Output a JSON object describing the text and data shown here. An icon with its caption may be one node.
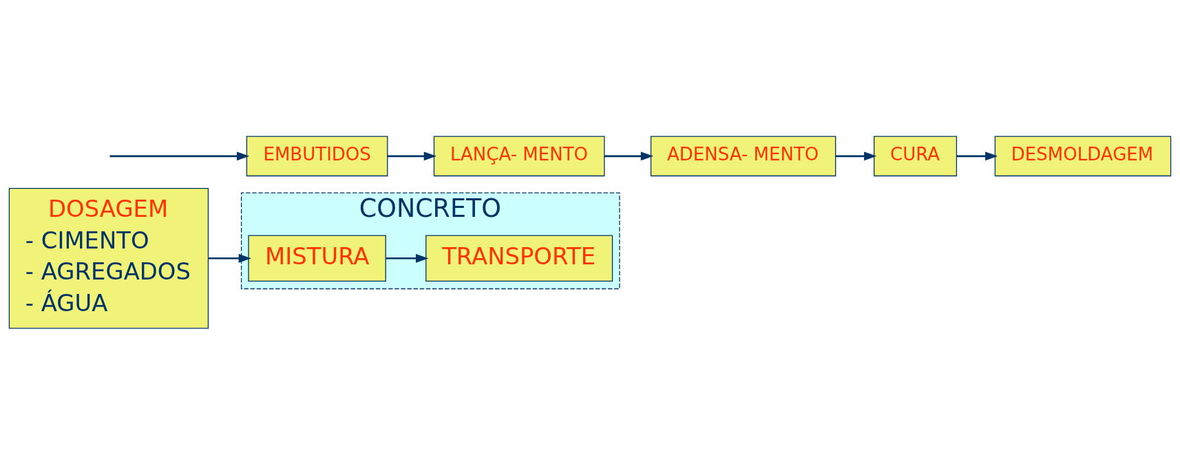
{
  "diagram": {
    "nodes": [
      {
        "text": [
          "CONCRETO"
        ]
      },
      {
        "text": [
          "DOSAGEM",
          "- CIMENTO",
          "- AGREGADOS",
          "- ÁGUA"
        ]
      },
      {
        "text": [
          "MISTURA"
        ],
        "in": 0
      },
      {
        "text": [
          "TRANSPORTE"
        ],
        "in": 0
      },
      {
        "text": [
          "EMBUTIDOS"
        ]
      },
      {
        "text": [
          "LANÇA- MENTO"
        ]
      },
      {
        "text": [
          "ADENSA- MENTO"
        ]
      },
      {
        "text": [
          "CURA"
        ]
      },
      {
        "text": [
          "DESMOLDAGEM"
        ]
      }
    ],
    "edges": [
      {
        "from": 1,
        "to": 2,
        "arrow": "to"
      },
      {
        "from": 2,
        "to": 3,
        "arrow": "to"
      },
      {
        "from": null,
        "to": 4,
        "arrow": "to"
      },
      {
        "from": 4,
        "to": 5,
        "arrow": "to"
      },
      {
        "from": 5,
        "to": 6,
        "arrow": "to"
      },
      {
        "from": 6,
        "to": 7,
        "arrow": "to"
      },
      {
        "from": 7,
        "to": 8,
        "arrow": "to"
      }
    ]
  }
}
